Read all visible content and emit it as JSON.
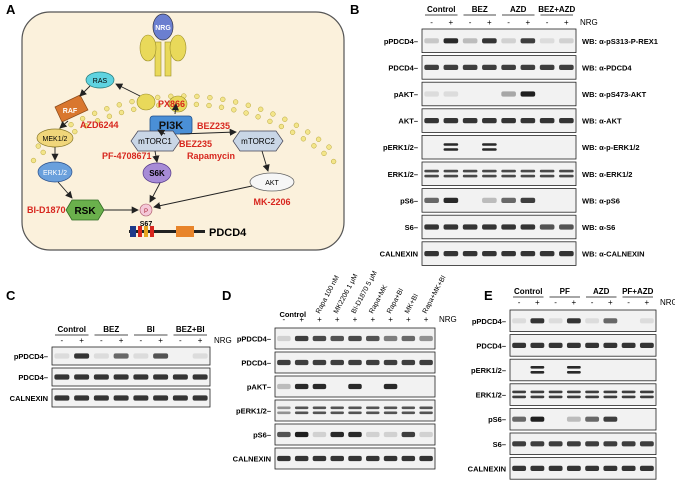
{
  "panels": {
    "A": {
      "label": "A",
      "nodes": {
        "receptor": "NRG",
        "ras": "RAS",
        "raf": "RAF",
        "pi3k": "PI3K",
        "mek": "MEK1/2",
        "erk": "ERK1/2",
        "mtorc1": "mTORC1",
        "mtorc2": "mTORC2",
        "s6k": "S6K",
        "akt": "AKT",
        "rsk": "RSK",
        "p": "P",
        "s67": "S67",
        "pdcd4": "PDCD4"
      },
      "inhibitors": {
        "px866": "PX866",
        "bez235_pi3k": "BEZ235",
        "azd6244": "AZD6244",
        "bez235_mtor": "BEZ235",
        "pf4708671": "PF-4708671",
        "rapamycin": "Rapamycin",
        "mk2206": "MK-2206",
        "bid1870": "BI-D1870"
      }
    },
    "B": {
      "label": "B",
      "groups": [
        "Control",
        "BEZ",
        "AZD",
        "BEZ+AZD"
      ],
      "nrg_label": "NRG",
      "nrg_signs": [
        "-",
        "+",
        "-",
        "+",
        "-",
        "+",
        "-",
        "+"
      ],
      "rows": [
        {
          "name": "pPDCD4",
          "wb": "WB: α-pS313-P-REX1",
          "bands": [
            0.15,
            0.9,
            0.2,
            0.85,
            0.1,
            0.8,
            0.05,
            0.1
          ]
        },
        {
          "name": "PDCD4",
          "wb": "WB: α-PDCD4",
          "bands": [
            0.8,
            0.8,
            0.8,
            0.8,
            0.8,
            0.8,
            0.8,
            0.8
          ]
        },
        {
          "name": "pAKT",
          "wb": "WB: α-pS473-AKT",
          "bands": [
            0.05,
            0.05,
            0.0,
            0.0,
            0.3,
            0.95,
            0.0,
            0.0
          ]
        },
        {
          "name": "AKT",
          "wb": "WB: α-AKT",
          "bands": [
            0.85,
            0.85,
            0.85,
            0.85,
            0.85,
            0.85,
            0.85,
            0.85
          ]
        },
        {
          "name": "pERK1/2",
          "wb": "WB: α-p-ERK1/2",
          "bands": [
            0.0,
            0.9,
            0.0,
            0.9,
            0.0,
            0.0,
            0.0,
            0.0
          ]
        },
        {
          "name": "ERK1/2",
          "wb": "WB: α-ERK1/2",
          "bands": [
            0.75,
            0.75,
            0.75,
            0.75,
            0.75,
            0.75,
            0.75,
            0.75
          ]
        },
        {
          "name": "pS6",
          "wb": "WB: α-pS6",
          "bands": [
            0.6,
            0.9,
            0.0,
            0.2,
            0.6,
            0.8,
            0.0,
            0.0
          ]
        },
        {
          "name": "S6",
          "wb": "WB: α-S6",
          "bands": [
            0.85,
            0.85,
            0.85,
            0.85,
            0.85,
            0.85,
            0.7,
            0.7
          ]
        },
        {
          "name": "CALNEXIN",
          "wb": "WB: α-CALNEXIN",
          "bands": [
            0.85,
            0.85,
            0.85,
            0.85,
            0.85,
            0.85,
            0.85,
            0.85
          ]
        }
      ]
    },
    "C": {
      "label": "C",
      "groups": [
        "Control",
        "BEZ",
        "BI",
        "BEZ+BI"
      ],
      "nrg_label": "NRG",
      "nrg_signs": [
        "-",
        "+",
        "-",
        "+",
        "-",
        "+",
        "-",
        "+"
      ],
      "rows": [
        {
          "name": "pPDCD4",
          "bands": [
            0.05,
            0.85,
            0.05,
            0.6,
            0.05,
            0.7,
            0.0,
            0.05
          ]
        },
        {
          "name": "PDCD4",
          "bands": [
            0.85,
            0.85,
            0.85,
            0.85,
            0.85,
            0.85,
            0.85,
            0.85
          ]
        },
        {
          "name": "CALNEXIN",
          "bands": [
            0.85,
            0.85,
            0.85,
            0.85,
            0.85,
            0.85,
            0.85,
            0.85
          ]
        }
      ]
    },
    "D": {
      "label": "D",
      "control": "Control",
      "treatments": [
        "Rapa 100 nM",
        "MK2206 1 μM",
        "BI-D1870 5 μM",
        "Rapa+MK",
        "Rapa+BI",
        "MK+BI",
        "Rapa+MK+BI"
      ],
      "nrg_label": "NRG",
      "nrg_signs": [
        "-",
        "+",
        "+",
        "+",
        "+",
        "+",
        "+",
        "+",
        "+"
      ],
      "rows": [
        {
          "name": "pPDCD4",
          "bands": [
            0.1,
            0.8,
            0.75,
            0.7,
            0.75,
            0.7,
            0.5,
            0.6,
            0.4
          ]
        },
        {
          "name": "PDCD4",
          "bands": [
            0.8,
            0.8,
            0.8,
            0.8,
            0.8,
            0.8,
            0.8,
            0.8,
            0.8
          ]
        },
        {
          "name": "pAKT",
          "bands": [
            0.2,
            0.9,
            0.9,
            0.0,
            0.9,
            0.0,
            0.9,
            0.0,
            0.0
          ]
        },
        {
          "name": "pERK1/2",
          "bands": [
            0.4,
            0.7,
            0.7,
            0.7,
            0.7,
            0.7,
            0.7,
            0.7,
            0.7
          ]
        },
        {
          "name": "pS6",
          "bands": [
            0.7,
            0.95,
            0.1,
            0.9,
            0.9,
            0.1,
            0.1,
            0.8,
            0.1
          ]
        },
        {
          "name": "CALNEXIN",
          "bands": [
            0.85,
            0.85,
            0.85,
            0.85,
            0.85,
            0.85,
            0.85,
            0.85,
            0.85
          ]
        }
      ]
    },
    "E": {
      "label": "E",
      "groups": [
        "Control",
        "PF",
        "AZD",
        "PF+AZD"
      ],
      "nrg_label": "NRG",
      "nrg_signs": [
        "-",
        "+",
        "-",
        "+",
        "-",
        "+",
        "-",
        "+"
      ],
      "rows": [
        {
          "name": "pPDCD4",
          "bands": [
            0.05,
            0.85,
            0.05,
            0.85,
            0.05,
            0.6,
            0.0,
            0.05
          ]
        },
        {
          "name": "PDCD4",
          "bands": [
            0.85,
            0.85,
            0.85,
            0.85,
            0.85,
            0.85,
            0.85,
            0.85
          ]
        },
        {
          "name": "pERK1/2",
          "bands": [
            0.0,
            0.9,
            0.0,
            0.9,
            0.0,
            0.0,
            0.0,
            0.0
          ]
        },
        {
          "name": "ERK1/2",
          "bands": [
            0.8,
            0.8,
            0.8,
            0.8,
            0.8,
            0.8,
            0.8,
            0.8
          ]
        },
        {
          "name": "pS6",
          "bands": [
            0.6,
            0.95,
            0.0,
            0.2,
            0.6,
            0.8,
            0.0,
            0.0
          ]
        },
        {
          "name": "S6",
          "bands": [
            0.8,
            0.8,
            0.8,
            0.8,
            0.8,
            0.8,
            0.8,
            0.8
          ]
        },
        {
          "name": "CALNEXIN",
          "bands": [
            0.85,
            0.85,
            0.85,
            0.85,
            0.85,
            0.85,
            0.85,
            0.85
          ]
        }
      ]
    }
  },
  "colors": {
    "diagram_bg": "#fbf1dc",
    "inhibitor_red": "#d7261e",
    "pi3k_blue": "#4a8fd6",
    "ras_cyan": "#5fd3e0",
    "raf_orange": "#d9772f",
    "mek_yellow": "#f0d67a",
    "erk_blue": "#6aa0dc",
    "s6k_purple": "#a78bd6",
    "rsk_green": "#6ab04c",
    "membrane_yellow": "#f3e58a"
  }
}
